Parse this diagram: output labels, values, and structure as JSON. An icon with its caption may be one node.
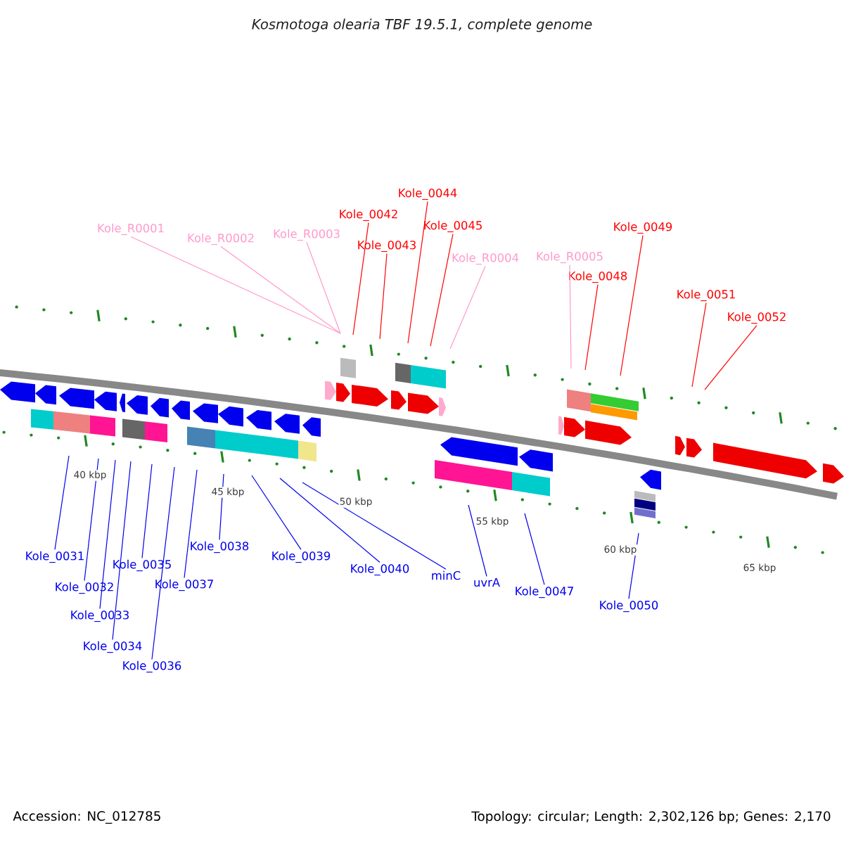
{
  "diagram": {
    "title": "Kosmotoga olearia TBF 19.5.1, complete genome",
    "nodes": [
      {
        "text": [
          "Kole_R0001"
        ]
      },
      {
        "text": [
          "Kole_R0002"
        ]
      },
      {
        "text": [
          "Kole_R0003"
        ]
      },
      {
        "text": [
          "Kole_0042"
        ]
      },
      {
        "text": [
          "Kole_0043"
        ]
      },
      {
        "text": [
          "Kole_0044"
        ]
      },
      {
        "text": [
          "Kole_0045"
        ]
      },
      {
        "text": [
          "Kole_R0004"
        ]
      },
      {
        "text": [
          "Kole_R0005"
        ]
      },
      {
        "text": [
          "Kole_0048"
        ]
      },
      {
        "text": [
          "Kole_0049"
        ]
      },
      {
        "text": [
          "Kole_0051"
        ]
      },
      {
        "text": [
          "Kole_0052"
        ]
      },
      {
        "text": [
          "Kole_0031"
        ]
      },
      {
        "text": [
          "Kole_0032"
        ]
      },
      {
        "text": [
          "Kole_0033"
        ]
      },
      {
        "text": [
          "Kole_0034"
        ]
      },
      {
        "text": [
          "Kole_0035"
        ]
      },
      {
        "text": [
          "Kole_0036"
        ]
      },
      {
        "text": [
          "Kole_0037"
        ]
      },
      {
        "text": [
          "Kole_0038"
        ]
      },
      {
        "text": [
          "Kole_0039"
        ]
      },
      {
        "text": [
          "Kole_0040"
        ]
      },
      {
        "text": [
          "minC"
        ]
      },
      {
        "text": [
          "uvrA"
        ]
      },
      {
        "text": [
          "Kole_0047"
        ]
      },
      {
        "text": [
          "Kole_0050"
        ]
      }
    ],
    "edges": [
      {
        "from": 0,
        "to": null,
        "arrow": "none",
        "color": "#ff99cc"
      },
      {
        "from": 1,
        "to": null,
        "arrow": "none",
        "color": "#ff99cc"
      },
      {
        "from": 2,
        "to": null,
        "arrow": "none",
        "color": "#ff99cc"
      },
      {
        "from": 3,
        "to": null,
        "arrow": "none",
        "color": "#ff0000"
      },
      {
        "from": 4,
        "to": null,
        "arrow": "none",
        "color": "#ff0000"
      },
      {
        "from": 5,
        "to": null,
        "arrow": "none",
        "color": "#ff0000"
      },
      {
        "from": 6,
        "to": null,
        "arrow": "none",
        "color": "#ff0000"
      },
      {
        "from": 7,
        "to": null,
        "arrow": "none",
        "color": "#ff99cc"
      },
      {
        "from": 8,
        "to": null,
        "arrow": "none",
        "color": "#ff99cc"
      },
      {
        "from": 9,
        "to": null,
        "arrow": "none",
        "color": "#ff0000"
      },
      {
        "from": 10,
        "to": null,
        "arrow": "none",
        "color": "#ff0000"
      },
      {
        "from": 11,
        "to": null,
        "arrow": "none",
        "color": "#ff0000"
      },
      {
        "from": 12,
        "to": null,
        "arrow": "none",
        "color": "#ff0000"
      },
      {
        "from": 13,
        "to": null,
        "arrow": "none"
      },
      {
        "from": 14,
        "to": null,
        "arrow": "none"
      },
      {
        "from": 15,
        "to": null,
        "arrow": "none"
      },
      {
        "from": 16,
        "to": null,
        "arrow": "none"
      },
      {
        "from": 17,
        "to": null,
        "arrow": "none"
      },
      {
        "from": 18,
        "to": null,
        "arrow": "none"
      },
      {
        "from": 19,
        "to": null,
        "arrow": "none"
      },
      {
        "from": 20,
        "to": null,
        "arrow": "none"
      },
      {
        "from": 21,
        "to": null,
        "arrow": "none"
      },
      {
        "from": 22,
        "to": null,
        "arrow": "none"
      },
      {
        "from": 23,
        "to": null,
        "arrow": "none"
      },
      {
        "from": 24,
        "to": null,
        "arrow": "none"
      },
      {
        "from": 25,
        "to": null,
        "arrow": "none"
      },
      {
        "from": 26,
        "to": null,
        "arrow": "none"
      }
    ],
    "labels": [
      "40 kbp",
      "45 kbp",
      "50 kbp",
      "55 kbp",
      "60 kbp",
      "65 kbp",
      "Accession: NC_012785",
      "Topology: circular; Length: 2,302,126 bp; Genes: 2,170"
    ]
  }
}
